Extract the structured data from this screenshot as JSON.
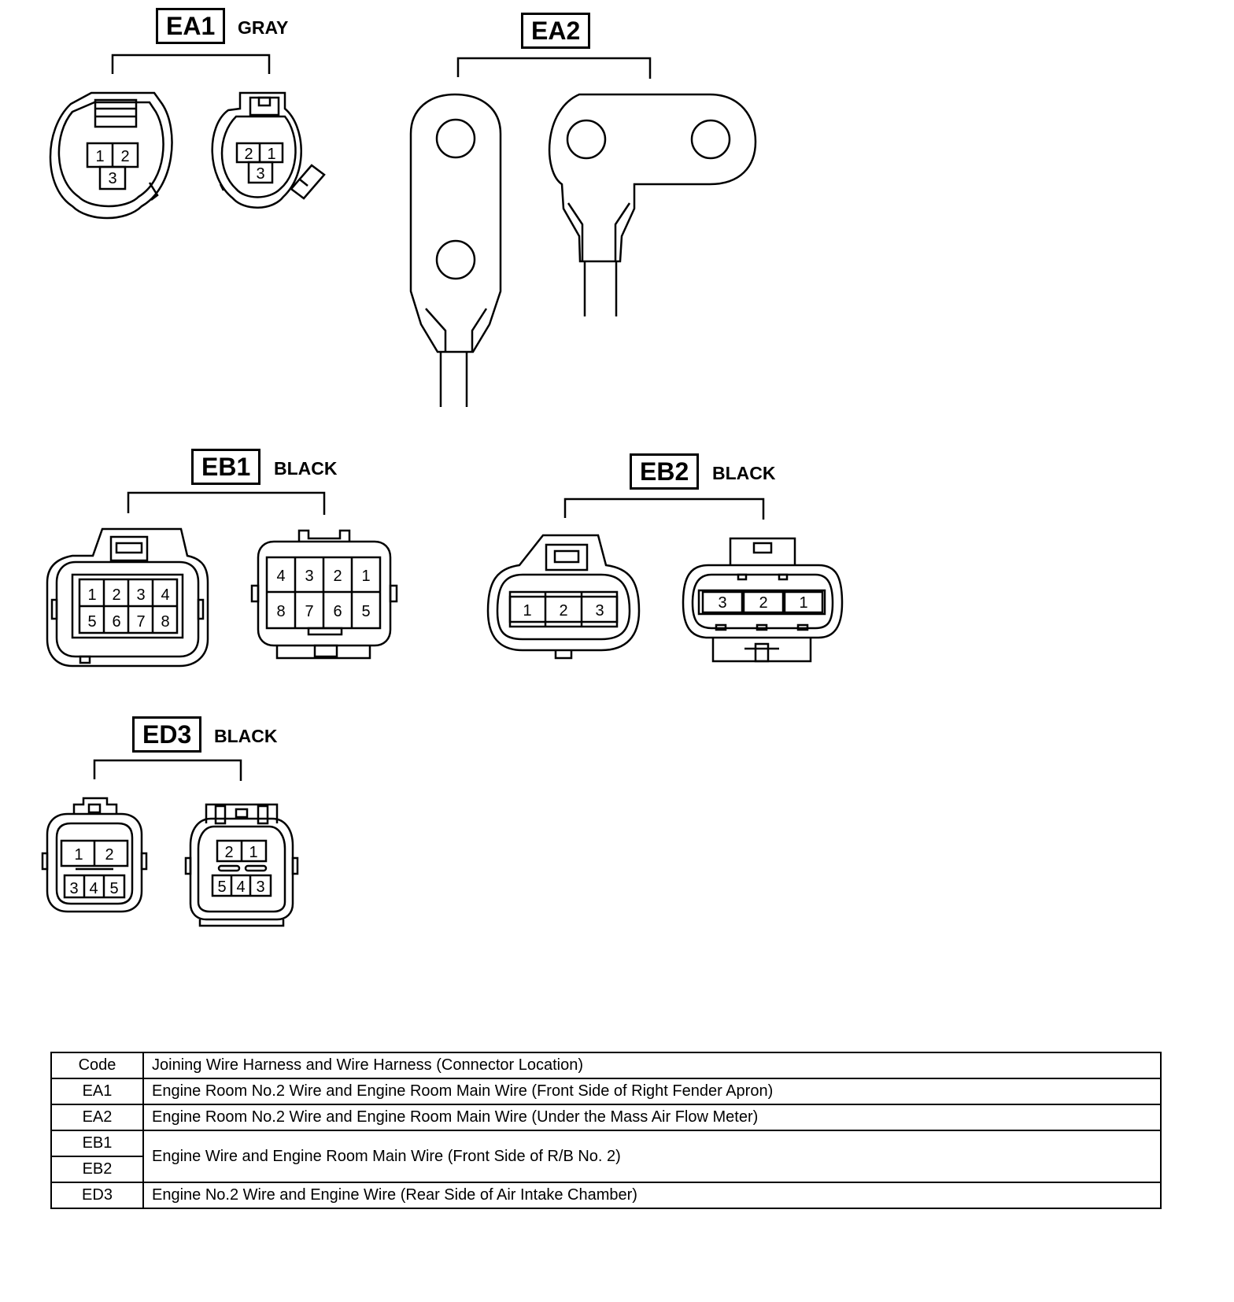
{
  "connectors": {
    "EA1": {
      "code": "EA1",
      "color": "GRAY",
      "left_pins": [
        "1",
        "2",
        "3"
      ],
      "right_pins": [
        "2",
        "1",
        "3"
      ]
    },
    "EA2": {
      "code": "EA2"
    },
    "EB1": {
      "code": "EB1",
      "color": "BLACK",
      "left_pins": [
        "1",
        "2",
        "3",
        "4",
        "5",
        "6",
        "7",
        "8"
      ],
      "right_pins": [
        "4",
        "3",
        "2",
        "1",
        "8",
        "7",
        "6",
        "5"
      ]
    },
    "EB2": {
      "code": "EB2",
      "color": "BLACK",
      "left_pins": [
        "1",
        "2",
        "3"
      ],
      "right_pins": [
        "3",
        "2",
        "1"
      ]
    },
    "ED3": {
      "code": "ED3",
      "color": "BLACK",
      "left_pins": [
        "1",
        "2",
        "3",
        "4",
        "5"
      ],
      "right_pins": [
        "2",
        "1",
        "5",
        "4",
        "3"
      ]
    }
  },
  "table": {
    "header": {
      "code": "Code",
      "desc": "Joining Wire Harness and Wire Harness (Connector Location)"
    },
    "rows": [
      {
        "code": "EA1",
        "desc": "Engine Room No.2 Wire and Engine Room Main Wire (Front Side of Right Fender Apron)"
      },
      {
        "code": "EA2",
        "desc": "Engine Room No.2 Wire and Engine Room Main Wire (Under the Mass Air Flow Meter)"
      },
      {
        "code": "EB1",
        "desc": "Engine Wire and Engine Room Main Wire (Front Side of R/B No. 2)"
      },
      {
        "code": "EB2"
      },
      {
        "code": "ED3",
        "desc": "Engine No.2 Wire and Engine Wire (Rear Side of Air Intake Chamber)"
      }
    ]
  }
}
